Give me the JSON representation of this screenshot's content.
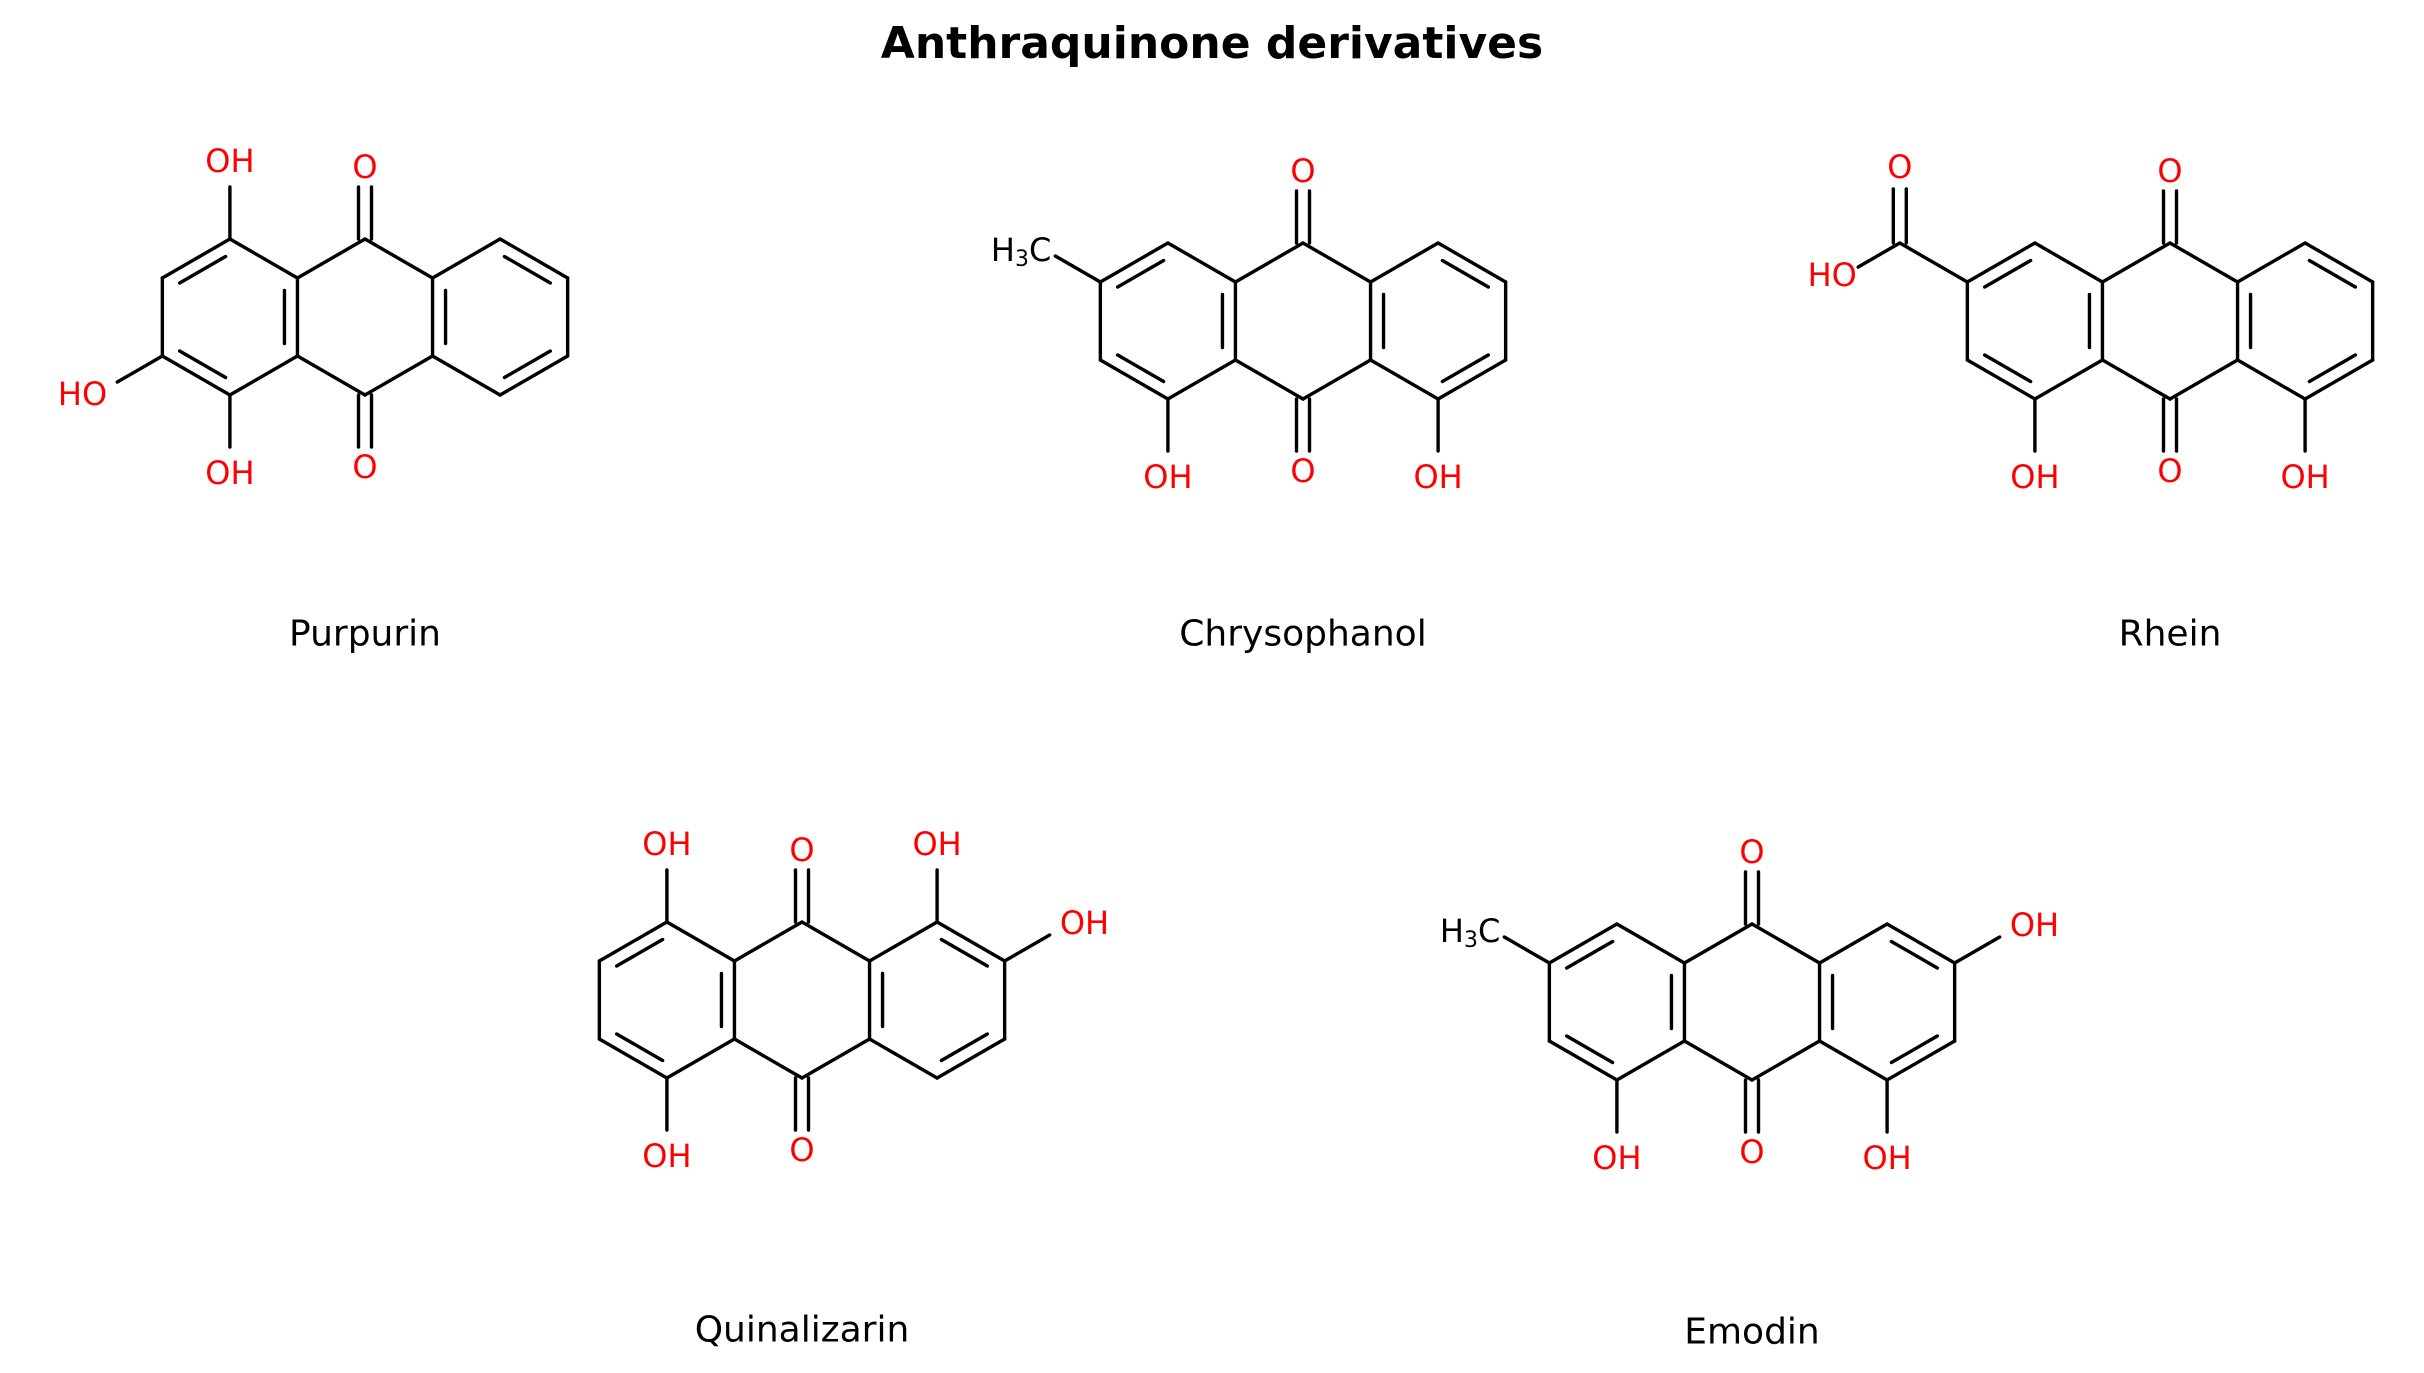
{
  "title": "Anthraquinone derivatives",
  "colors": {
    "bond": "#000000",
    "heteroatom": "#ff0000"
  },
  "molecules": [
    {
      "name": "Purpurin",
      "substituents": {
        "1": "OH",
        "2": "OH",
        "4": "OH"
      },
      "labels": {
        "1": "OH",
        "2": "HO",
        "4": "OH",
        "9": "O",
        "10": "O"
      }
    },
    {
      "name": "Chrysophanol",
      "substituents": {
        "1": "OH",
        "8": "OH",
        "3": "CH3"
      },
      "labels": {
        "1": "OH",
        "8": "OH",
        "9": "O",
        "10": "O"
      },
      "methyl_label": {
        "main": "H",
        "sub": "3",
        "end": "C"
      }
    },
    {
      "name": "Rhein",
      "substituents": {
        "1": "OH",
        "8": "OH",
        "3": "COOH"
      },
      "labels": {
        "1": "OH",
        "8": "OH",
        "9": "O",
        "10": "O",
        "acid_O": "O",
        "acid_OH": "HO"
      }
    },
    {
      "name": "Quinalizarin",
      "substituents": {
        "1": "OH",
        "2": "OH",
        "5": "OH",
        "8": "OH"
      },
      "labels": {
        "1": "OH",
        "2": "OH",
        "5": "OH",
        "8": "OH",
        "9": "O",
        "10": "O"
      }
    },
    {
      "name": "Emodin",
      "substituents": {
        "1": "OH",
        "8": "OH",
        "6": "OH",
        "3": "CH3"
      },
      "labels": {
        "1": "OH",
        "8": "OH",
        "6": "OH",
        "9": "O",
        "10": "O"
      },
      "methyl_label": {
        "main": "H",
        "sub": "3",
        "end": "C"
      }
    }
  ]
}
